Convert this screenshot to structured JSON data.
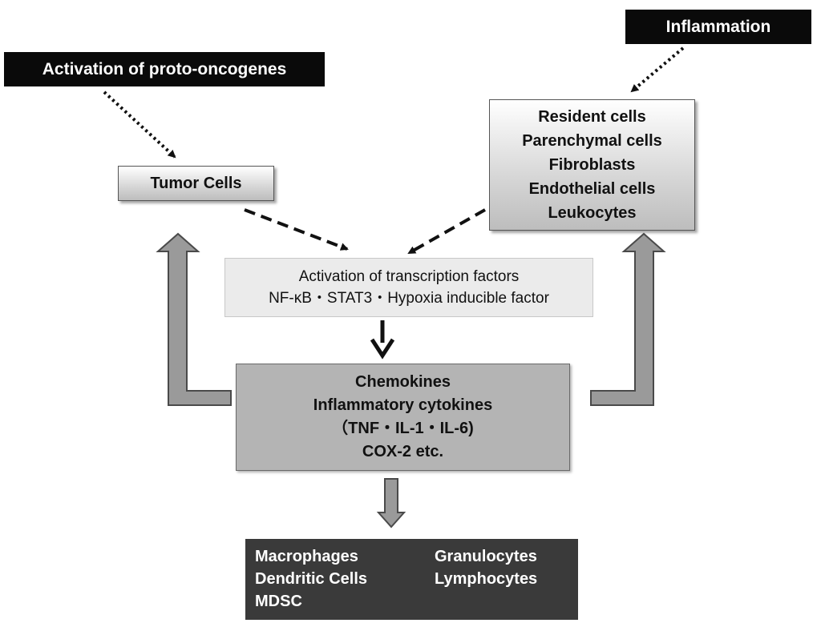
{
  "activation_box": {
    "text": "Activation of proto-oncogenes"
  },
  "inflammation_box": {
    "text": "Inflammation"
  },
  "tumor_box": {
    "text": "Tumor Cells"
  },
  "resident_box": {
    "lines": [
      "Resident cells",
      "Parenchymal cells",
      "Fibroblasts",
      "Endothelial cells",
      "Leukocytes"
    ]
  },
  "transcription_box": {
    "line1": "Activation of transcription factors",
    "line2": "NF-κB・STAT3・Hypoxia inducible factor"
  },
  "chemokine_box": {
    "lines": [
      "Chemokines",
      "Inflammatory cytokines",
      "（TNF・IL-1・IL-6)",
      "COX-2 etc."
    ]
  },
  "cells_box": {
    "col1": [
      "Macrophages",
      "Dendritic Cells",
      "MDSC"
    ],
    "col2": [
      "Granulocytes",
      "Lymphocytes"
    ]
  }
}
